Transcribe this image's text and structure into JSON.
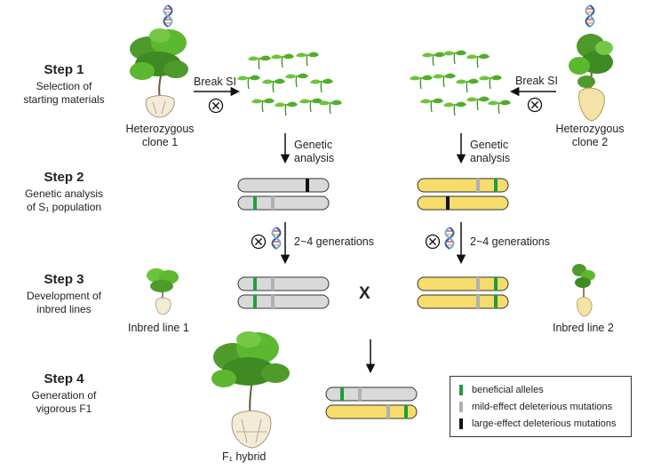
{
  "steps": [
    {
      "title": "Step 1",
      "subtitle": [
        "Selection of",
        "starting materials"
      ]
    },
    {
      "title": "Step 2",
      "subtitle": [
        "Genetic analysis",
        "of S₁ population"
      ]
    },
    {
      "title": "Step 3",
      "subtitle": [
        "Development of",
        "inbred lines"
      ]
    },
    {
      "title": "Step 4",
      "subtitle": [
        "Generation of",
        "vigorous F1"
      ]
    }
  ],
  "labels": {
    "clone1": [
      "Heterozygous",
      "clone 1"
    ],
    "clone2": [
      "Heterozygous",
      "clone 2"
    ],
    "break_si_left": "Break SI",
    "break_si_right": "Break SI",
    "genetic_analysis_left": [
      "Genetic",
      "analysis"
    ],
    "genetic_analysis_right": [
      "Genetic",
      "analysis"
    ],
    "generations_left": "2~4 generations",
    "generations_right": "2~4 generations",
    "inbred1": "Inbred line 1",
    "inbred2": "Inbred line 2",
    "cross": "X",
    "selfing_symbol": "⊗",
    "f1": "F₁ hybrid"
  },
  "legend": [
    {
      "label": "beneficial alleles",
      "color": "#1f9e3b"
    },
    {
      "label": "mild-effect deleterious mutations",
      "color": "#b0b0b0"
    },
    {
      "label": "large-effect deleterious mutations",
      "color": "#111111"
    }
  ],
  "colors": {
    "chrom_gray": "#d9d9d9",
    "chrom_yellow": "#f6dc6a",
    "leaf_green": "#5cb82f",
    "dna_blue": "#3c6fb0"
  },
  "icons": {
    "dna": "dna-icon",
    "plant": "potato-plant-icon",
    "seedling": "seedling-icon",
    "self": "selfing-symbol-icon"
  }
}
